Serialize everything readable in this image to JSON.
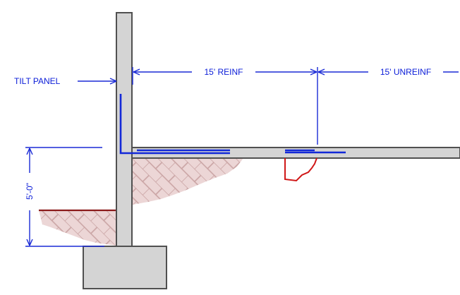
{
  "labels": {
    "tilt_panel": "TILT PANEL",
    "reinforced": "15' REINF",
    "unreinforced": "15' UNREINF",
    "height": "5'-0\""
  },
  "colors": {
    "concrete_fill": "#d4d4d4",
    "concrete_stroke": "#505050",
    "rebar": "#1228d8",
    "dimension": "#1a2ad6",
    "soil_fill": "#ecd6d6",
    "soil_hatch": "#c9a3a3",
    "grade_line": "#8b1a1a",
    "thickened_edge": "#d01818"
  }
}
